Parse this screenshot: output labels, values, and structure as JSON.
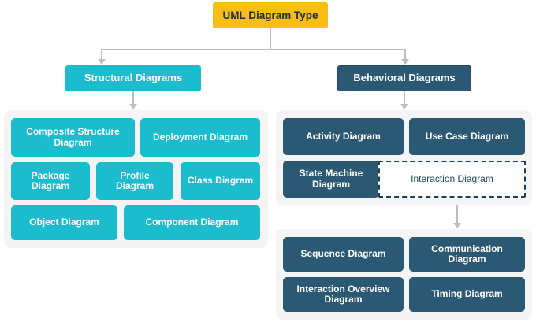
{
  "diagram": {
    "title": "UML Diagram Type",
    "type": "hierarchy-tree",
    "colors": {
      "root": "#F9BE15",
      "structural": "#1BBCCD",
      "behavioral": "#2B5974",
      "panel": "#F4F4F5",
      "connector": "#BCBEC0",
      "dashed_border": "#1B3F57",
      "page_background": "#FFFFFF"
    },
    "root": {
      "label": "UML Diagram Type"
    },
    "branches": [
      {
        "id": "structural",
        "label": "Structural Diagrams",
        "children": [
          "Composite Structure Diagram",
          "Deployment Diagram",
          "Package Diagram",
          "Profile Diagram",
          "Class Diagram",
          "Object Diagram",
          "Component Diagram"
        ]
      },
      {
        "id": "behavioral",
        "label": "Behavioral Diagrams",
        "children": [
          "Activity Diagram",
          "Use Case Diagram",
          "State Machine Diagram",
          "Interaction Diagram"
        ],
        "subgroup": {
          "parent": "Interaction Diagram",
          "children": [
            "Sequence Diagram",
            "Communication Diagram",
            "Interaction Overview Diagram",
            "Timing Diagram"
          ]
        }
      }
    ],
    "nodes": {
      "root_label": "UML Diagram Type",
      "structural_head": "Structural Diagrams",
      "behavioral_head": "Behavioral Diagrams",
      "composite_structure": "Composite Structure Diagram",
      "deployment": "Deployment Diagram",
      "package": "Package Diagram",
      "profile": "Profile Diagram",
      "class": "Class Diagram",
      "object": "Object Diagram",
      "component": "Component Diagram",
      "activity": "Activity Diagram",
      "use_case": "Use Case Diagram",
      "state_machine": "State Machine Diagram",
      "interaction": "Interaction Diagram",
      "sequence": "Sequence Diagram",
      "communication": "Communication Diagram",
      "interaction_overview": "Interaction Overview Diagram",
      "timing": "Timing Diagram"
    }
  }
}
